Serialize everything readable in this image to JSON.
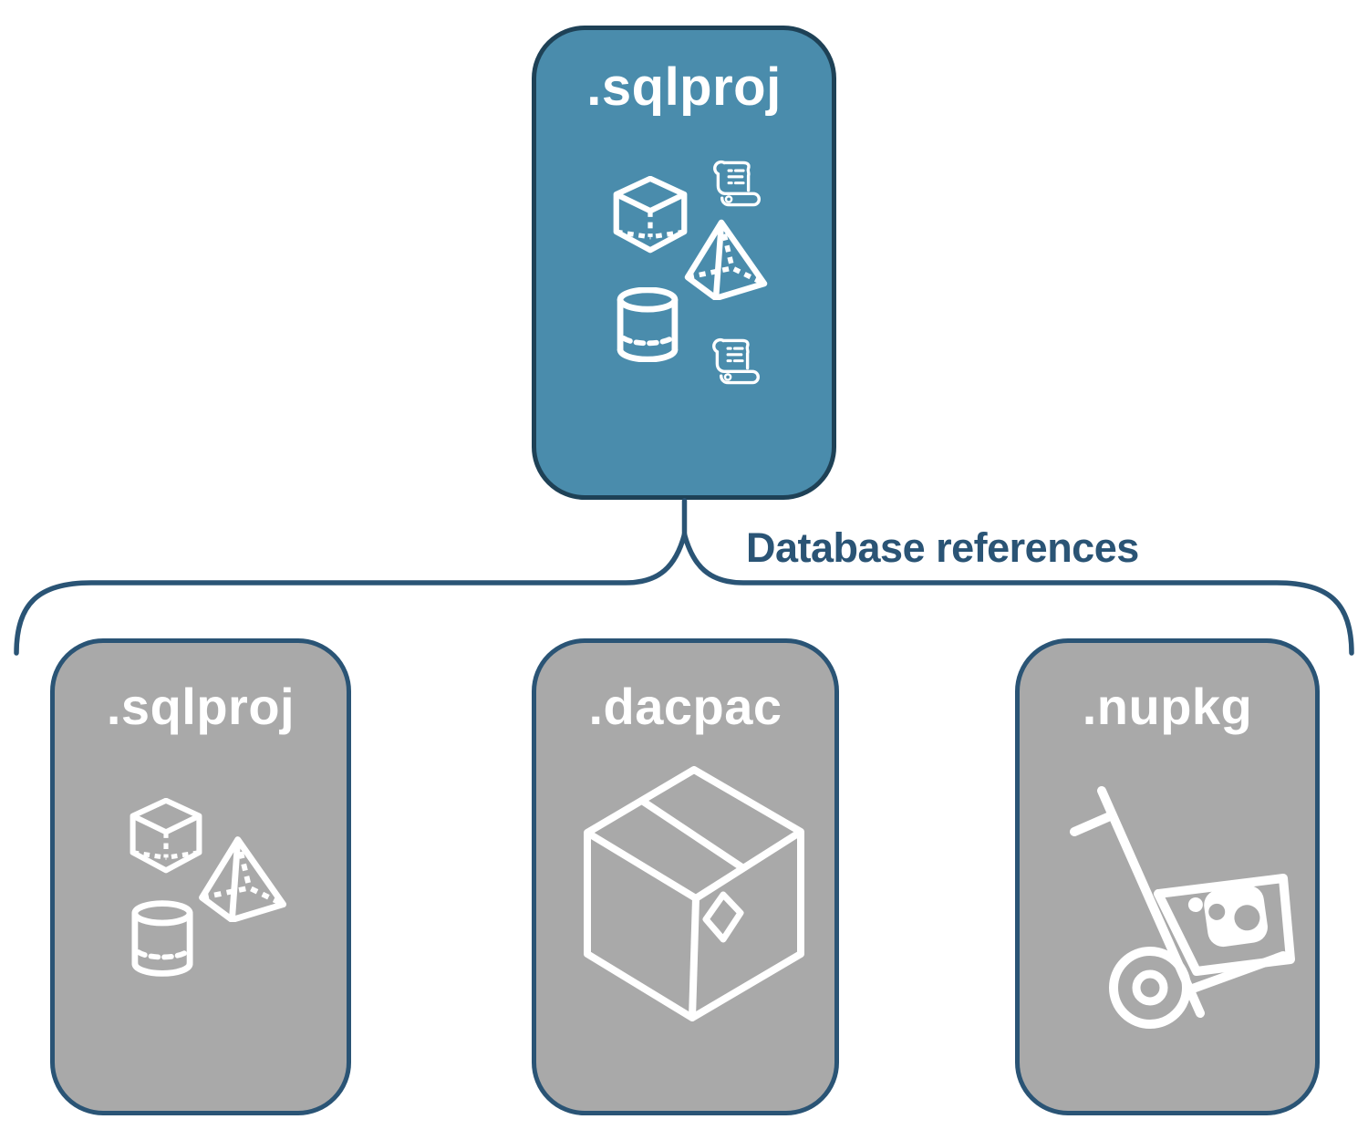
{
  "diagram": {
    "root_box": {
      "label": ".sqlproj",
      "icons": [
        "scroll-icon",
        "cube-icon",
        "pyramid-icon",
        "cylinder-icon",
        "scroll-icon"
      ]
    },
    "connector_label": "Database references",
    "reference_boxes": [
      {
        "label": ".sqlproj",
        "icons": [
          "cube-icon",
          "pyramid-icon",
          "cylinder-icon"
        ]
      },
      {
        "label": ".dacpac",
        "icons": [
          "package-box-icon"
        ]
      },
      {
        "label": ".nupkg",
        "icons": [
          "nuget-handtruck-icon"
        ]
      }
    ],
    "colors": {
      "root_fill": "#4A8CAC",
      "root_outline": "#1E4156",
      "reference_fill": "#A9A9A9",
      "outline": "#2A5475",
      "icon_stroke": "#FFFFFF",
      "label_text": "#FFFFFF",
      "connector_text": "#2A5475"
    }
  }
}
